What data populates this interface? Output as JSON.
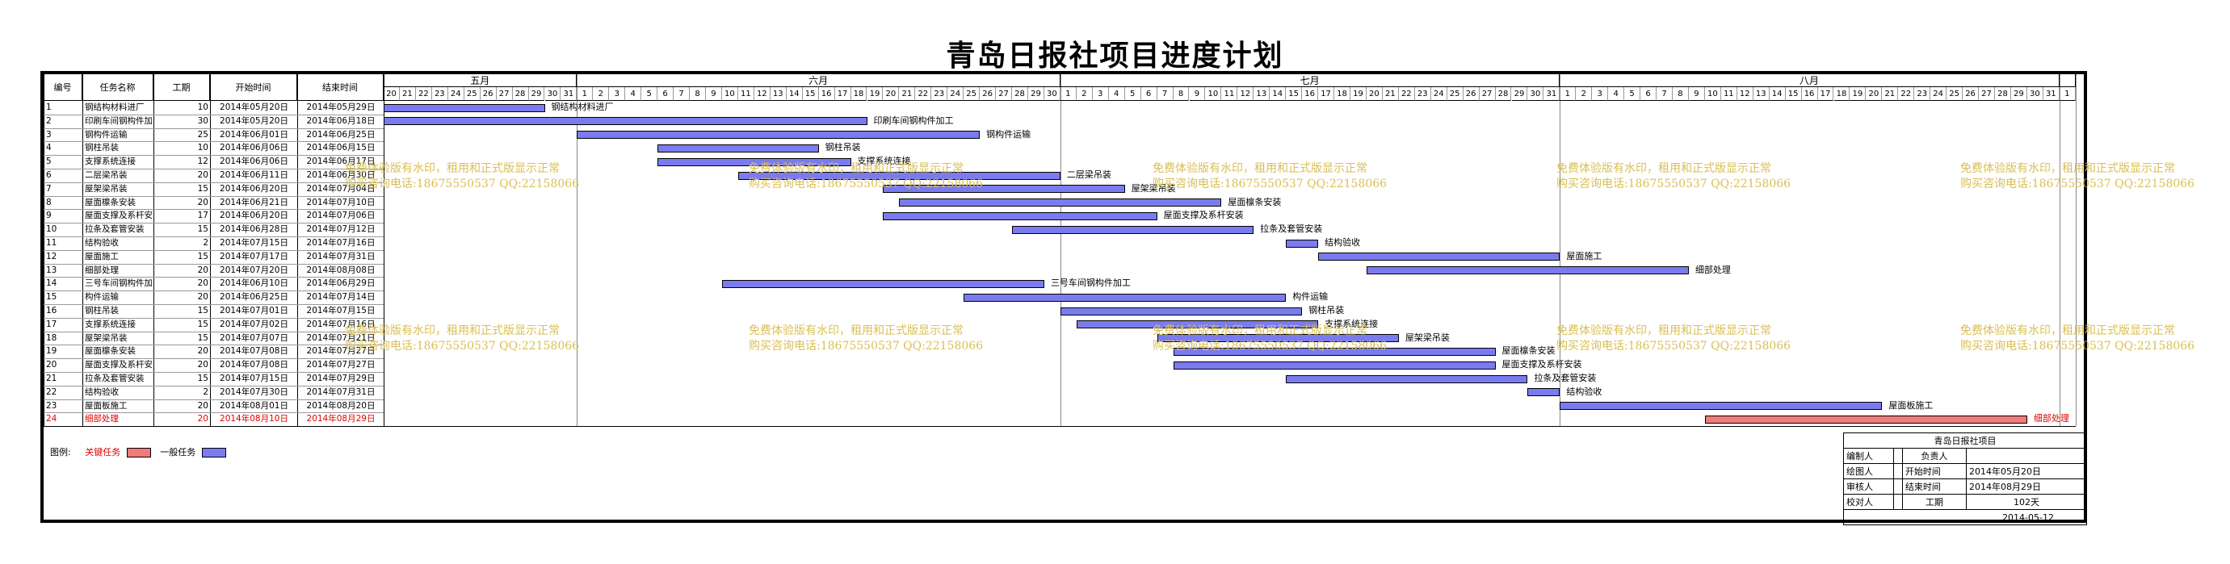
{
  "title": "青岛日报社项目进度计划",
  "colors": {
    "normal": "#7b7bf0",
    "critical": "#f07b7b",
    "critical_text": "#e00000",
    "watermark": "#d9bf53"
  },
  "columns": {
    "no": "编号",
    "name": "任务名称",
    "duration": "工期",
    "start": "开始时间",
    "end": "结束时间"
  },
  "months": [
    {
      "label": "五月",
      "start": "2014-05-20",
      "days": [
        "20",
        "21",
        "22",
        "23",
        "24",
        "25",
        "26",
        "27",
        "28",
        "29",
        "30",
        "31"
      ]
    },
    {
      "label": "六月",
      "start": "2014-06-01",
      "days": [
        "1",
        "2",
        "3",
        "4",
        "5",
        "6",
        "7",
        "8",
        "9",
        "10",
        "11",
        "12",
        "13",
        "14",
        "15",
        "16",
        "17",
        "18",
        "19",
        "20",
        "21",
        "22",
        "23",
        "24",
        "25",
        "26",
        "27",
        "28",
        "29",
        "30"
      ]
    },
    {
      "label": "七月",
      "start": "2014-07-01",
      "days": [
        "1",
        "2",
        "3",
        "4",
        "5",
        "6",
        "7",
        "8",
        "9",
        "10",
        "11",
        "12",
        "13",
        "14",
        "15",
        "16",
        "17",
        "18",
        "19",
        "20",
        "21",
        "22",
        "23",
        "24",
        "25",
        "26",
        "27",
        "28",
        "29",
        "30",
        "31"
      ]
    },
    {
      "label": "八月",
      "start": "2014-08-01",
      "days": [
        "1",
        "2",
        "3",
        "4",
        "5",
        "6",
        "7",
        "8",
        "9",
        "10",
        "11",
        "12",
        "13",
        "14",
        "15",
        "16",
        "17",
        "18",
        "19",
        "20",
        "21",
        "22",
        "23",
        "24",
        "25",
        "26",
        "27",
        "28",
        "29",
        "30",
        "31"
      ]
    },
    {
      "label": "",
      "start": "2014-09-01",
      "days": [
        "1"
      ]
    }
  ],
  "tasks": [
    {
      "no": "1",
      "name": "钢结构材料进厂",
      "duration": "10",
      "start": "2014年05月20日",
      "end": "2014年05月29日",
      "s": "2014-05-20",
      "e": "2014-05-29",
      "label": "钢结构材料进厂",
      "critical": false
    },
    {
      "no": "2",
      "name": "印刷车间钢构件加工",
      "duration": "30",
      "start": "2014年05月20日",
      "end": "2014年06月18日",
      "s": "2014-05-20",
      "e": "2014-06-18",
      "label": "印刷车间钢构件加工",
      "critical": false
    },
    {
      "no": "3",
      "name": "钢构件运输",
      "duration": "25",
      "start": "2014年06月01日",
      "end": "2014年06月25日",
      "s": "2014-06-01",
      "e": "2014-06-25",
      "label": "钢构件运输",
      "critical": false
    },
    {
      "no": "4",
      "name": "钢柱吊装",
      "duration": "10",
      "start": "2014年06月06日",
      "end": "2014年06月15日",
      "s": "2014-06-06",
      "e": "2014-06-15",
      "label": "钢柱吊装",
      "critical": false
    },
    {
      "no": "5",
      "name": "支撑系统连接",
      "duration": "12",
      "start": "2014年06月06日",
      "end": "2014年06月17日",
      "s": "2014-06-06",
      "e": "2014-06-17",
      "label": "支撑系统连接",
      "critical": false
    },
    {
      "no": "6",
      "name": "二层梁吊装",
      "duration": "20",
      "start": "2014年06月11日",
      "end": "2014年06月30日",
      "s": "2014-06-11",
      "e": "2014-06-30",
      "label": "二层梁吊装",
      "critical": false
    },
    {
      "no": "7",
      "name": "屋架梁吊装",
      "duration": "15",
      "start": "2014年06月20日",
      "end": "2014年07月04日",
      "s": "2014-06-20",
      "e": "2014-07-04",
      "label": "屋架梁吊装",
      "critical": false
    },
    {
      "no": "8",
      "name": "屋面檩条安装",
      "duration": "20",
      "start": "2014年06月21日",
      "end": "2014年07月10日",
      "s": "2014-06-21",
      "e": "2014-07-10",
      "label": "屋面檩条安装",
      "critical": false
    },
    {
      "no": "9",
      "name": "屋面支撑及系杆安装",
      "duration": "17",
      "start": "2014年06月20日",
      "end": "2014年07月06日",
      "s": "2014-06-20",
      "e": "2014-07-06",
      "label": "屋面支撑及系杆安装",
      "critical": false
    },
    {
      "no": "10",
      "name": "拉条及套管安装",
      "duration": "15",
      "start": "2014年06月28日",
      "end": "2014年07月12日",
      "s": "2014-06-28",
      "e": "2014-07-12",
      "label": "拉条及套管安装",
      "critical": false
    },
    {
      "no": "11",
      "name": "结构验收",
      "duration": "2",
      "start": "2014年07月15日",
      "end": "2014年07月16日",
      "s": "2014-07-15",
      "e": "2014-07-16",
      "label": "结构验收",
      "critical": false
    },
    {
      "no": "12",
      "name": "屋面施工",
      "duration": "15",
      "start": "2014年07月17日",
      "end": "2014年07月31日",
      "s": "2014-07-17",
      "e": "2014-07-31",
      "label": "屋面施工",
      "critical": false
    },
    {
      "no": "13",
      "name": "细部处理",
      "duration": "20",
      "start": "2014年07月20日",
      "end": "2014年08月08日",
      "s": "2014-07-20",
      "e": "2014-08-08",
      "label": "细部处理",
      "critical": false
    },
    {
      "no": "14",
      "name": "三号车间钢构件加工",
      "duration": "20",
      "start": "2014年06月10日",
      "end": "2014年06月29日",
      "s": "2014-06-10",
      "e": "2014-06-29",
      "label": "三号车间钢构件加工",
      "critical": false
    },
    {
      "no": "15",
      "name": "构件运输",
      "duration": "20",
      "start": "2014年06月25日",
      "end": "2014年07月14日",
      "s": "2014-06-25",
      "e": "2014-07-14",
      "label": "构件运输",
      "critical": false
    },
    {
      "no": "16",
      "name": "钢柱吊装",
      "duration": "15",
      "start": "2014年07月01日",
      "end": "2014年07月15日",
      "s": "2014-07-01",
      "e": "2014-07-15",
      "label": "钢柱吊装",
      "critical": false
    },
    {
      "no": "17",
      "name": "支撑系统连接",
      "duration": "15",
      "start": "2014年07月02日",
      "end": "2014年07月16日",
      "s": "2014-07-02",
      "e": "2014-07-16",
      "label": "支撑系统连接",
      "critical": false
    },
    {
      "no": "18",
      "name": "屋架梁吊装",
      "duration": "15",
      "start": "2014年07月07日",
      "end": "2014年07月21日",
      "s": "2014-07-07",
      "e": "2014-07-21",
      "label": "屋架梁吊装",
      "critical": false
    },
    {
      "no": "19",
      "name": "屋面檩条安装",
      "duration": "20",
      "start": "2014年07月08日",
      "end": "2014年07月27日",
      "s": "2014-07-08",
      "e": "2014-07-27",
      "label": "屋面檩条安装",
      "critical": false
    },
    {
      "no": "20",
      "name": "屋面支撑及系杆安装",
      "duration": "20",
      "start": "2014年07月08日",
      "end": "2014年07月27日",
      "s": "2014-07-08",
      "e": "2014-07-27",
      "label": "屋面支撑及系杆安装",
      "critical": false
    },
    {
      "no": "21",
      "name": "拉条及套管安装",
      "duration": "15",
      "start": "2014年07月15日",
      "end": "2014年07月29日",
      "s": "2014-07-15",
      "e": "2014-07-29",
      "label": "拉条及套管安装",
      "critical": false
    },
    {
      "no": "22",
      "name": "结构验收",
      "duration": "2",
      "start": "2014年07月30日",
      "end": "2014年07月31日",
      "s": "2014-07-30",
      "e": "2014-07-31",
      "label": "结构验收",
      "critical": false
    },
    {
      "no": "23",
      "name": "屋面板施工",
      "duration": "20",
      "start": "2014年08月01日",
      "end": "2014年08月20日",
      "s": "2014-08-01",
      "e": "2014-08-20",
      "label": "屋面板施工",
      "critical": false
    },
    {
      "no": "24",
      "name": "细部处理",
      "duration": "20",
      "start": "2014年08月10日",
      "end": "2014年08月29日",
      "s": "2014-08-10",
      "e": "2014-08-29",
      "label": "细部处理",
      "critical": true
    }
  ],
  "watermark": {
    "line1": "免费体验版有水印，租用和正式版显示正常",
    "line2": "购买咨询电话:18675550537 QQ:22158066"
  },
  "legend": {
    "prefix": "图例:",
    "critical": "关键任务",
    "normal": "一般任务"
  },
  "info": {
    "title": "青岛日报社项目",
    "rows": [
      [
        "编制人",
        "",
        "负责人",
        ""
      ],
      [
        "绘图人",
        "",
        "开始时间",
        "2014年05月20日"
      ],
      [
        "审核人",
        "",
        "结束时间",
        "2014年08月29日"
      ],
      [
        "校对人",
        "",
        "工期",
        "102天"
      ]
    ],
    "date": "2014-05-12"
  }
}
